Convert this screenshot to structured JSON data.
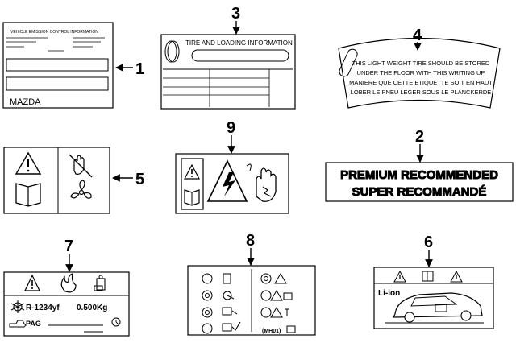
{
  "callouts": {
    "c1": "1",
    "c2": "2",
    "c3": "3",
    "c4": "4",
    "c5": "5",
    "c6": "6",
    "c7": "7",
    "c8": "8",
    "c9": "9"
  },
  "labels": {
    "emission": {
      "header": "VEHICLE EMISSION CONTROL INFORMATION",
      "brand": "MAZDA"
    },
    "tire": {
      "title": "TIRE AND LOADING INFORMATION"
    },
    "spare": {
      "lines": [
        "THIS LIGHT WEIGHT TIRE SHOULD BE STORED",
        "UNDER THE FLOOR WITH THIS WRITING UP",
        "MANIERE QUE CETTE ETIQUETTE SOIT EN HAUT",
        "LOBER LE PNEU LEGER SOUS LE PLANCKERDE"
      ]
    },
    "fuel": {
      "line1": "PREMIUM RECOMMENDED",
      "line2": "SUPER RECOMMANDÉ"
    },
    "ac": {
      "refrigerant": "R-1234yf",
      "amount": "0.500Kg",
      "oil": "PAG"
    },
    "battery": {
      "text": "Li-ion"
    },
    "radiator": {
      "code": "(MH01)"
    }
  },
  "icons": [
    "warning-triangle-icon",
    "manual-book-icon",
    "fan-icon",
    "hand-warning-icon",
    "high-voltage-icon",
    "flame-icon",
    "car-icon"
  ]
}
